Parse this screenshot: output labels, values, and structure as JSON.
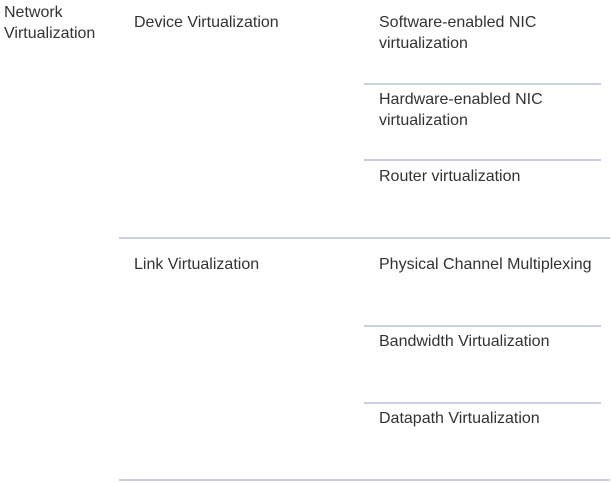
{
  "root": {
    "label": "Network Virtualization"
  },
  "groups": [
    {
      "label": "Device Virtualization",
      "items": [
        {
          "label": "Software-enabled NIC virtualization"
        },
        {
          "label": "Hardware-enabled NIC virtualization"
        },
        {
          "label": "Router virtualization"
        }
      ]
    },
    {
      "label": "Link Virtualization",
      "items": [
        {
          "label": "Physical Channel Multiplexing"
        },
        {
          "label": "Bandwidth Virtualization"
        },
        {
          "label": "Datapath Virtualization"
        }
      ]
    }
  ],
  "colors": {
    "text": "#333333",
    "divider": "#c9cfe0",
    "background": "#ffffff"
  }
}
